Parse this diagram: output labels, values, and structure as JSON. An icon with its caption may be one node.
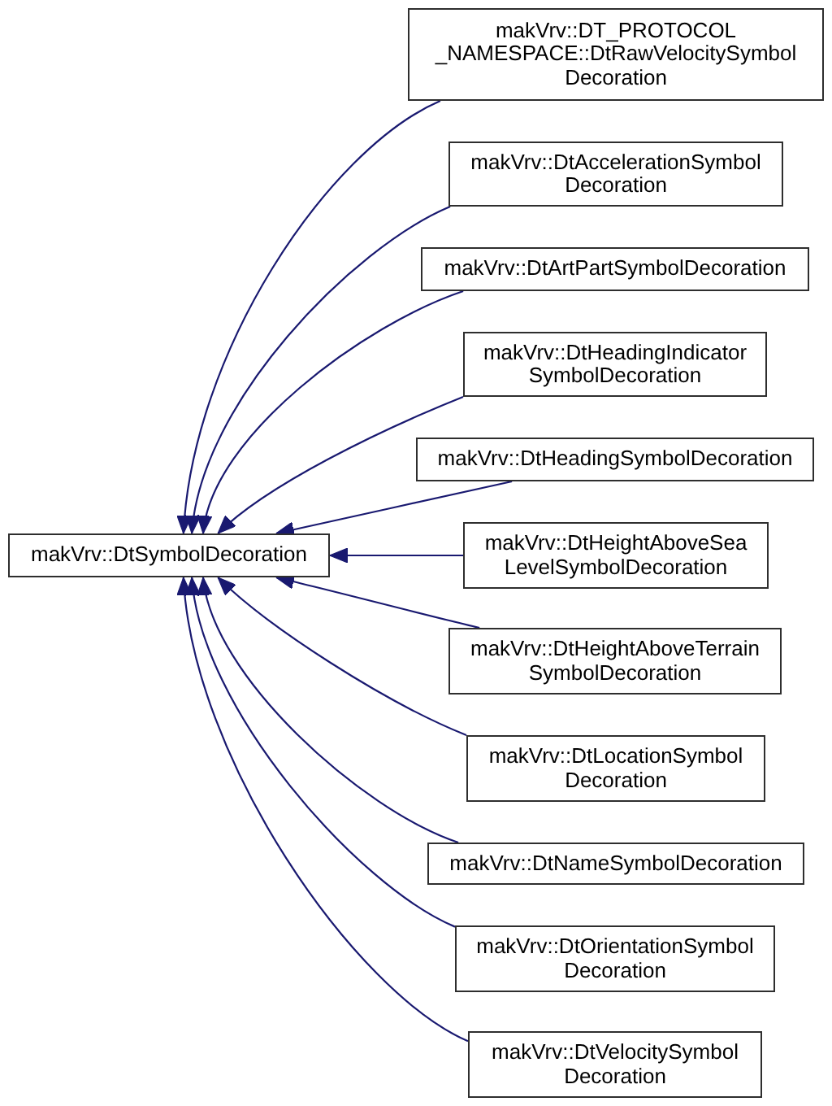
{
  "diagram": {
    "nodes": [
      {
        "text": [
          "makVrv::DtSymbolDecoration"
        ]
      },
      {
        "text": [
          "makVrv::DT_PROTOCOL _NAMESPACE::DtRawVelocitySymbol Decoration"
        ]
      },
      {
        "text": [
          "makVrv::DtAccelerationSymbol Decoration"
        ]
      },
      {
        "text": [
          "makVrv::DtArtPartSymbolDecoration"
        ]
      },
      {
        "text": [
          "makVrv::DtHeadingIndicator SymbolDecoration"
        ]
      },
      {
        "text": [
          "makVrv::DtHeadingSymbolDecoration"
        ]
      },
      {
        "text": [
          "makVrv::DtHeightAboveSea LevelSymbolDecoration"
        ]
      },
      {
        "text": [
          "makVrv::DtHeightAboveTerrain SymbolDecoration"
        ]
      },
      {
        "text": [
          "makVrv::DtLocationSymbol Decoration"
        ]
      },
      {
        "text": [
          "makVrv::DtNameSymbolDecoration"
        ]
      },
      {
        "text": [
          "makVrv::DtOrientationSymbol Decoration"
        ]
      },
      {
        "text": [
          "makVrv::DtVelocitySymbol Decoration"
        ]
      }
    ],
    "edges": [
      {
        "from": 1,
        "to": 0,
        "arrow": "to"
      },
      {
        "from": 2,
        "to": 0,
        "arrow": "to"
      },
      {
        "from": 3,
        "to": 0,
        "arrow": "to"
      },
      {
        "from": 4,
        "to": 0,
        "arrow": "to"
      },
      {
        "from": 5,
        "to": 0,
        "arrow": "to"
      },
      {
        "from": 6,
        "to": 0,
        "arrow": "to"
      },
      {
        "from": 7,
        "to": 0,
        "arrow": "to"
      },
      {
        "from": 8,
        "to": 0,
        "arrow": "to"
      },
      {
        "from": 9,
        "to": 0,
        "arrow": "to"
      },
      {
        "from": 10,
        "to": 0,
        "arrow": "to"
      },
      {
        "from": 11,
        "to": 0,
        "arrow": "to"
      }
    ]
  }
}
